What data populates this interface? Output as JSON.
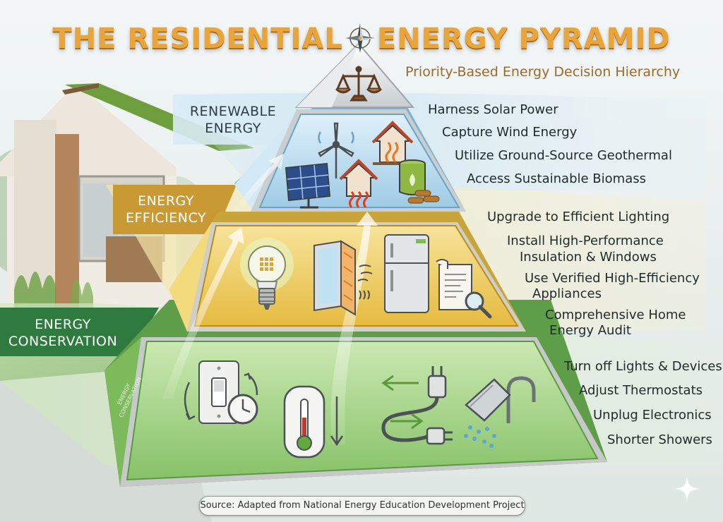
{
  "title": {
    "part1": "THE RESIDENTIAL",
    "part2": "ENERGY PYRAMID",
    "accent_color": "#e9a43a"
  },
  "subtitle": "Priority-Based Energy Decision Hierarchy",
  "tiers": {
    "renewable": {
      "label_line1": "RENEWABLE",
      "label_line2": "ENERGY",
      "color": "#a9d3ea",
      "items": [
        "Harness Solar Power",
        "Capture Wind Energy",
        "Utilize Ground-Source Geothermal",
        "Access Sustainable Biomass"
      ],
      "icons": [
        "wind-turbine-icon",
        "solar-panel-icon",
        "geothermal-house-icon",
        "biomass-house-icon",
        "biofuel-barrel-icon"
      ]
    },
    "efficiency": {
      "label_line1": "ENERGY",
      "label_line2": "EFFICIENCY",
      "color": "#f0cf5f",
      "items": [
        "Upgrade to Efficient Lighting",
        "Install High-Performance",
        "Insulation & Windows",
        "Use Verified High-Efficiency",
        "Appliances",
        "Comprehensive Home",
        "Energy Audit"
      ],
      "icons": [
        "led-bulb-icon",
        "insulated-window-icon",
        "refrigerator-icon",
        "energy-audit-icon"
      ]
    },
    "conservation": {
      "label_line1": "ENERGY",
      "label_line2": "CONSERVATION",
      "side_label_line1": "ENERGY",
      "side_label_line2": "CONSERVATION",
      "color": "#9fd07e",
      "items": [
        "Turn off Lights & Devices",
        "Adjust Thermostats",
        "Unplug Electronics",
        "Shorter Showers"
      ],
      "icons": [
        "light-switch-timer-icon",
        "thermostat-icon",
        "unplug-icon",
        "shower-head-icon"
      ]
    }
  },
  "top_icon": "balance-scale-icon",
  "source": "Source: Adapted from National Energy Education Development Project"
}
